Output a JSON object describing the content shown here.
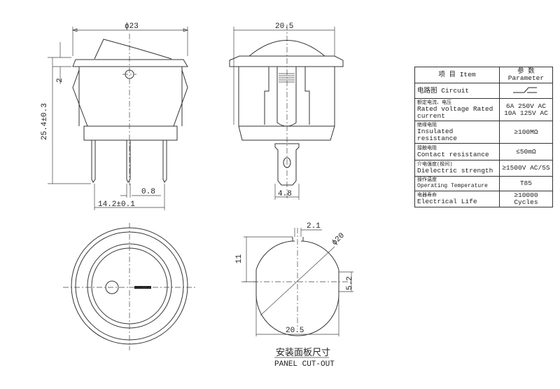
{
  "front_view": {
    "dia": "ϕ23",
    "flange": "2",
    "height": "25.4±0.3",
    "pin": "0.8",
    "pitch": "14.2±0.1"
  },
  "side_view": {
    "width": "20.5",
    "terminal": "4.8"
  },
  "cutout": {
    "dia": "ϕ20",
    "tab": "2.1",
    "height": "11",
    "flat": "5.2",
    "width": "20.5",
    "caption_zh": "安装面板尺寸",
    "caption_en": "PANEL CUT-OUT"
  },
  "table": {
    "header": {
      "item": "项 目 Item",
      "param": "参 数 Parameter"
    },
    "rows": [
      {
        "zh": "电路图",
        "en": "Circuit",
        "value": ""
      },
      {
        "zh": "额定电流、电压",
        "en": "Rated voltage Rated current",
        "value": "6A 250V AC",
        "value2": "10A 125V AC"
      },
      {
        "zh": "绝缘电阻",
        "en": "Insulated resistance",
        "value": "≥100MΩ"
      },
      {
        "zh": "接触电阻",
        "en": "Contact resistance",
        "value": "≤50mΩ"
      },
      {
        "zh": "介电强度(极间)",
        "en": "Dielectric strength",
        "value": "≥1500V AC/5S"
      },
      {
        "zh": "操作温度",
        "en": "Operating Temperature",
        "value": "T85"
      },
      {
        "zh": "电器寿命",
        "en": "Electrical Life",
        "value": "≥10000  Cycles"
      }
    ]
  }
}
